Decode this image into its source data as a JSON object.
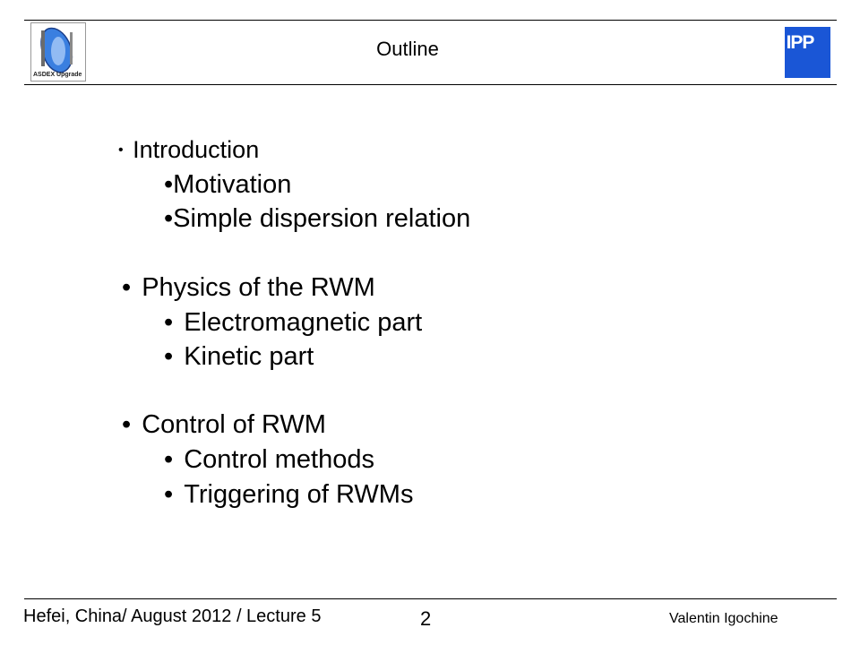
{
  "header": {
    "title": "Outline",
    "left_logo_text": "ASDEX Upgrade",
    "right_logo_text": "IPP"
  },
  "outline": [
    {
      "bullet": "•",
      "label": "Introduction"
    },
    {
      "bullet": "•",
      "label": "Motivation"
    },
    {
      "bullet": "•",
      "label": "Simple dispersion relation"
    },
    {
      "bullet": "•",
      "label": "Physics of the RWM"
    },
    {
      "bullet": "•",
      "label": "Electromagnetic part"
    },
    {
      "bullet": "•",
      "label": "Kinetic part"
    },
    {
      "bullet": "•",
      "label": "Control of RWM"
    },
    {
      "bullet": "•",
      "label": "Control methods"
    },
    {
      "bullet": "•",
      "label": "Triggering of RWMs"
    }
  ],
  "footer": {
    "left": "Hefei, China/ August 2012 / Lecture 5",
    "page": "2",
    "right": "Valentin Igochine"
  },
  "colors": {
    "ipp_blue": "#1a56d6",
    "asdex_blue": "#3a7fe0"
  }
}
